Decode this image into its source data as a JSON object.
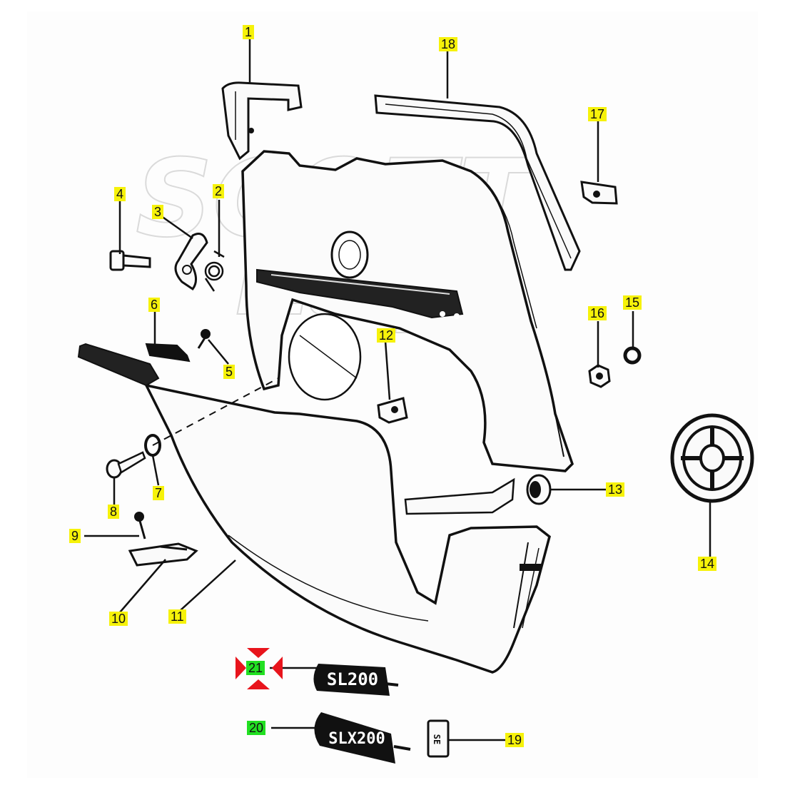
{
  "diagram": {
    "watermark": {
      "line1": "SCOTT",
      "line2": "Italy"
    },
    "emblems": {
      "upper_text": "SL200",
      "lower_text": "SLX200",
      "badge_text": "SE"
    },
    "colors": {
      "callout_default": "#f6f20a",
      "callout_selected": "#22e022",
      "target_marker": "#e8141c",
      "line": "#111111",
      "watermark": "#9a9a9a"
    },
    "callouts": [
      {
        "id": "1",
        "label": "1",
        "state": "default"
      },
      {
        "id": "2",
        "label": "2",
        "state": "default"
      },
      {
        "id": "3",
        "label": "3",
        "state": "default"
      },
      {
        "id": "4",
        "label": "4",
        "state": "default"
      },
      {
        "id": "5",
        "label": "5",
        "state": "default"
      },
      {
        "id": "6",
        "label": "6",
        "state": "default"
      },
      {
        "id": "7",
        "label": "7",
        "state": "default"
      },
      {
        "id": "8",
        "label": "8",
        "state": "default"
      },
      {
        "id": "9",
        "label": "9",
        "state": "default"
      },
      {
        "id": "10",
        "label": "10",
        "state": "default"
      },
      {
        "id": "11",
        "label": "11",
        "state": "default"
      },
      {
        "id": "12",
        "label": "12",
        "state": "default"
      },
      {
        "id": "13",
        "label": "13",
        "state": "default"
      },
      {
        "id": "14",
        "label": "14",
        "state": "default"
      },
      {
        "id": "15",
        "label": "15",
        "state": "default"
      },
      {
        "id": "16",
        "label": "16",
        "state": "default"
      },
      {
        "id": "17",
        "label": "17",
        "state": "default"
      },
      {
        "id": "18",
        "label": "18",
        "state": "default"
      },
      {
        "id": "19",
        "label": "19",
        "state": "default"
      },
      {
        "id": "20",
        "label": "20",
        "state": "selected"
      },
      {
        "id": "21",
        "label": "21",
        "state": "selected",
        "targeted": true
      }
    ]
  }
}
